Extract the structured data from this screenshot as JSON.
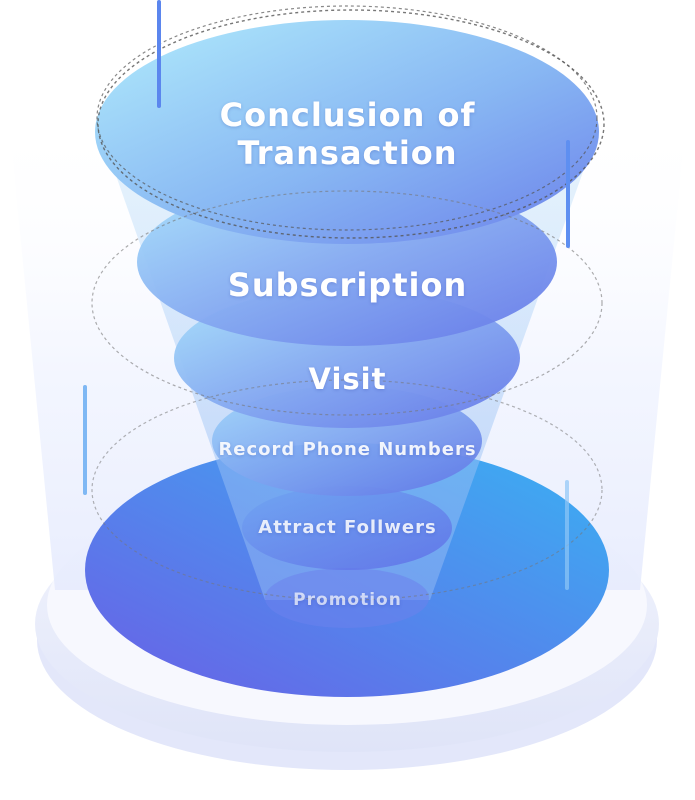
{
  "funnel": {
    "stages": [
      {
        "label_line1": "Conclusion of",
        "label_line2": "Transaction"
      },
      {
        "label": "Subscription"
      },
      {
        "label": "Visit"
      },
      {
        "label": "Record Phone Numbers"
      },
      {
        "label": "Attract Follwers"
      },
      {
        "label": "Promotion"
      }
    ]
  },
  "colors": {
    "top_light": "#a9e6fb",
    "top_mid": "#7fb2f2",
    "deep_blue": "#5b6fe6",
    "base_bright": "#3eaaf2",
    "base_deep": "#6b64e6",
    "accent_bar": "#5b8ef0",
    "plate": "#e8ebfb"
  }
}
